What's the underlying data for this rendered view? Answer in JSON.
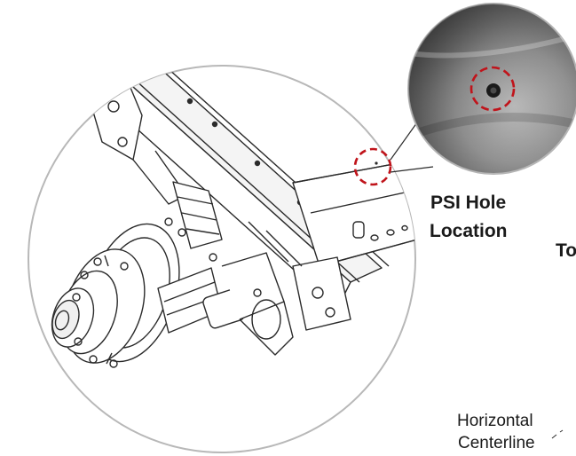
{
  "labels": {
    "psi_line1": "PSI Hole",
    "psi_line2": "Location",
    "cutoff_label": "To",
    "horizontal_line1": "Horizontal",
    "horizontal_line2": "Centerline"
  },
  "colors": {
    "marker": "#c0141b",
    "line": "#2a2a2a",
    "circle_border": "#b5b5b5",
    "photo_dark": "#3a3a3a",
    "photo_light": "#a9a9a9"
  },
  "icons": {
    "hole_marker": "dashed-circle-marker"
  }
}
